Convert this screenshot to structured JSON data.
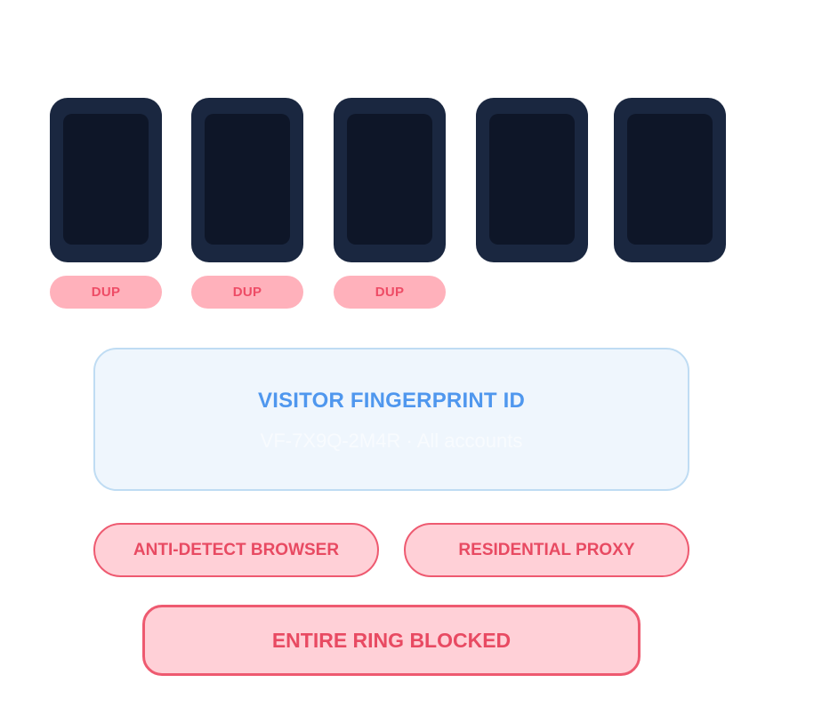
{
  "devices": [
    {
      "dup_label": "DUP"
    },
    {
      "dup_label": "DUP"
    },
    {
      "dup_label": "DUP"
    },
    {
      "dup_label": ""
    },
    {
      "dup_label": ""
    }
  ],
  "fingerprint": {
    "title": "VISITOR FINGERPRINT ID",
    "subtitle": "VF-7X9Q-2M4R · All accounts"
  },
  "tools": {
    "left": "ANTI-DETECT BROWSER",
    "right": "RESIDENTIAL PROXY"
  },
  "result": {
    "label": "ENTIRE RING BLOCKED"
  },
  "colors": {
    "device": "#1a2740",
    "device_screen": "#0e1628",
    "dup_fill": "#ffb1bb",
    "alert_red": "#ee4c66",
    "fingerprint_blue": "#4f97ee",
    "fingerprint_fill": "#eff6fd"
  }
}
